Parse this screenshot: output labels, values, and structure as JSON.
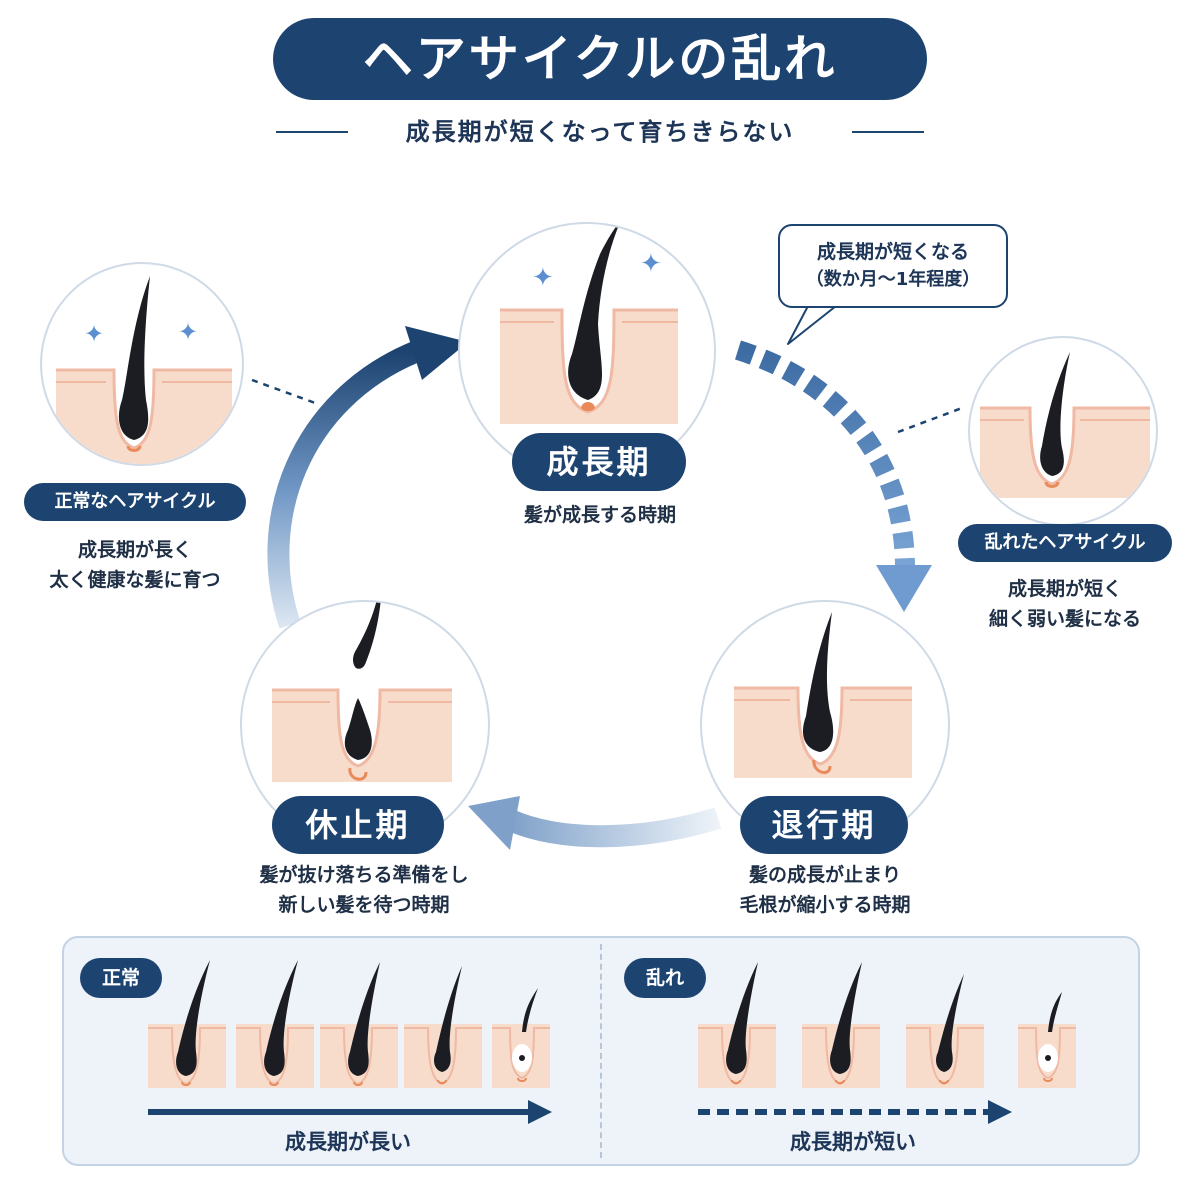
{
  "title": "ヘアサイクルの乱れ",
  "subtitle": "成長期が短くなって育ちきらない",
  "callout": {
    "line1": "成長期が短くなる",
    "line2": "（数か月〜1年程度）"
  },
  "phases": {
    "growth": {
      "label": "成長期",
      "desc": [
        "髪が成長する時期"
      ]
    },
    "regression": {
      "label": "退行期",
      "desc": [
        "髪の成長が止まり",
        "毛根が縮小する時期"
      ]
    },
    "resting": {
      "label": "休止期",
      "desc": [
        "髪が抜け落ちる準備をし",
        "新しい髪を待つ時期"
      ]
    }
  },
  "normal_cycle": {
    "label": "正常なヘアサイクル",
    "desc": [
      "成長期が長く",
      "太く健康な髪に育つ"
    ]
  },
  "disrupted_cycle": {
    "label": "乱れたヘアサイクル",
    "desc": [
      "成長期が短く",
      "細く弱い髪になる"
    ]
  },
  "comparison": {
    "normal": {
      "tag": "正常",
      "caption": "成長期が長い"
    },
    "disrupted": {
      "tag": "乱れ",
      "caption": "成長期が短い"
    }
  },
  "colors": {
    "navy": "#1d4471",
    "skin": "#f7dccb",
    "skin_edge": "#efb9a4",
    "hair": "#1b1d22",
    "root": "#e98a5b",
    "arrow_light": "#5f8fc5",
    "sparkle": "#5b8fd0"
  },
  "icons": [
    "sparkle-icon",
    "hair-follicle-icon",
    "arrow-icon"
  ]
}
